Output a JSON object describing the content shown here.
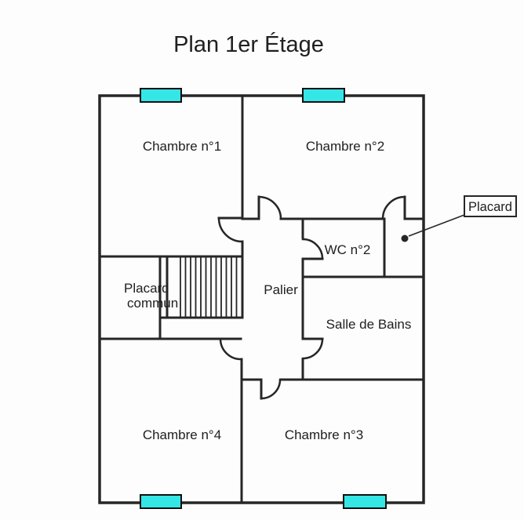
{
  "title": "Plan 1er Étage",
  "colors": {
    "wall": "#262626",
    "window_fill": "#35e6e6",
    "text": "#202020",
    "background": "#fdfdfd"
  },
  "rooms": {
    "chambre1": {
      "label": "Chambre n°1"
    },
    "chambre2": {
      "label": "Chambre n°2"
    },
    "chambre3": {
      "label": "Chambre n°3"
    },
    "chambre4": {
      "label": "Chambre n°4"
    },
    "wc2": {
      "label": "WC n°2"
    },
    "palier": {
      "label": "Palier"
    },
    "salle_de_bains": {
      "label": "Salle de Bains"
    },
    "placard_commun": {
      "line1": "Placard",
      "line2": "commun"
    }
  },
  "callout": {
    "label": "Placard"
  },
  "features": {
    "window_count": 4,
    "door_arc_count": 7,
    "stairs_style": "hatched"
  }
}
